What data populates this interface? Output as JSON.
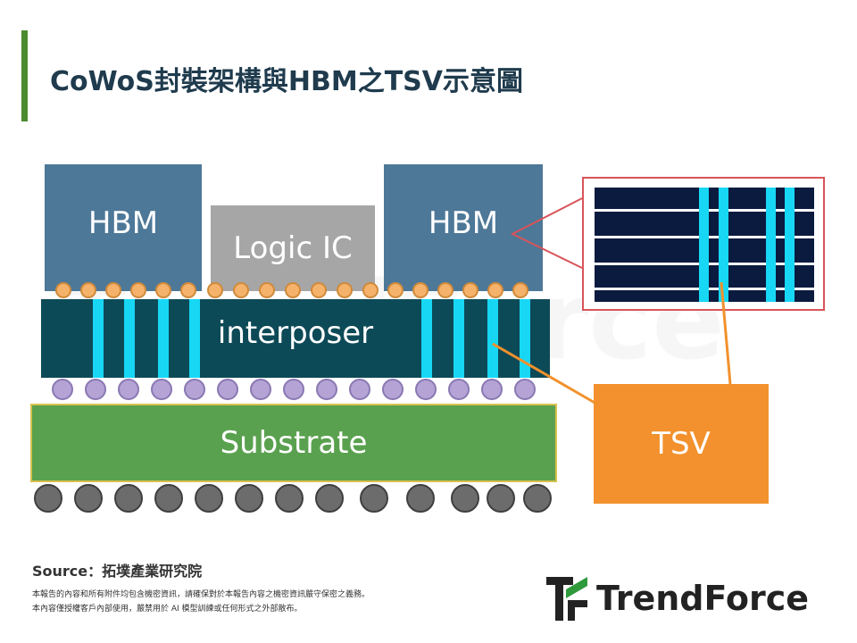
{
  "title": "CoWoS封裝架構與HBM之TSV示意圖",
  "diagram": {
    "hbm_left_label": "HBM",
    "logic_label": "Logic IC",
    "hbm_right_label": "HBM",
    "interposer_label": "interposer",
    "substrate_label": "Substrate",
    "tsv_label": "TSV"
  },
  "footer": {
    "source": "Source：拓墣產業研究院",
    "disclaimer_line1": "本報告的內容和所有附件均包含機密資訊，請確保對於本報告內容之機密資訊嚴守保密之義務。",
    "disclaimer_line2": "本內容僅授權客戶內部使用，嚴禁用於 AI 模型訓練或任何形式之外部散布。"
  },
  "brand": {
    "logo_text": "TrendForce",
    "watermark_text": "TrendForce"
  },
  "colors": {
    "hbm": "#4d7898",
    "logic": "#a6a6a6",
    "interposer": "#0d4a57",
    "substrate": "#5aa14f",
    "tsv_box": "#f2912d",
    "tsv": "#17d7f5",
    "title": "#1f3b4d",
    "accent": "#4b8a2f"
  }
}
